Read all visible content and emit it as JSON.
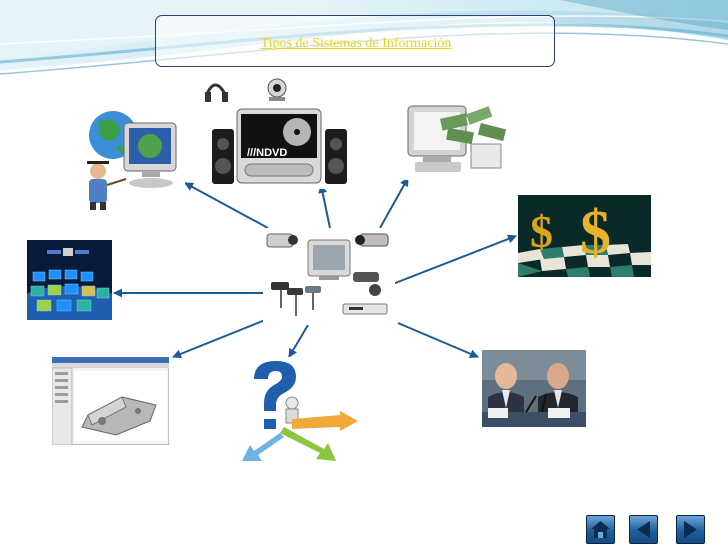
{
  "title": "Tipos de Sistemas de Información",
  "pictures": [
    {
      "name": "central",
      "depicts": "security-cameras-and-monitor"
    },
    {
      "name": "education",
      "depicts": "graduate-with-globe-computer"
    },
    {
      "name": "multimedia",
      "depicts": "dvd-player-speakers-webcam"
    },
    {
      "name": "money",
      "depicts": "computer-with-banknotes"
    },
    {
      "name": "finance",
      "depicts": "dollar-signs-on-chessboard"
    },
    {
      "name": "satellite",
      "depicts": "satellite-over-earth-grid"
    },
    {
      "name": "cad",
      "depicts": "cad-software-window"
    },
    {
      "name": "decision",
      "depicts": "question-mark-person-arrows"
    },
    {
      "name": "executives",
      "depicts": "two-executives-press-conference"
    }
  ],
  "nav": {
    "home_icon": "home-icon",
    "prev_icon": "triangle-left-icon",
    "next_icon": "triangle-right-icon"
  },
  "colors": {
    "title": "#e8d21a",
    "arrows": "#1f5a93",
    "nav_buttons": "#1d5e9e",
    "header_wave": "#7cc0d8"
  }
}
